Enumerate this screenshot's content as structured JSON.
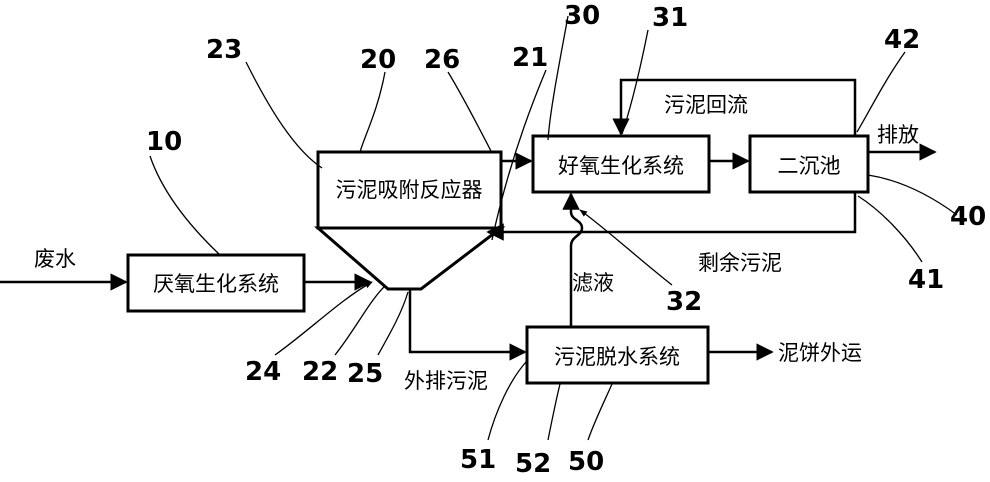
{
  "blocks": {
    "anaerobic": "厌氧生化系统",
    "reactor": "污泥吸附反应器",
    "aerobic": "好氧生化系统",
    "clarifier": "二沉池",
    "dewatering": "污泥脱水系统"
  },
  "flows": {
    "wastewater": "废水",
    "return_sludge": "污泥回流",
    "discharge": "排放",
    "excess_sludge": "剩余污泥",
    "filtrate": "滤液",
    "external_sludge": "外排污泥",
    "cake_out": "泥饼外运"
  },
  "refs": {
    "r10": "10",
    "r20": "20",
    "r21": "21",
    "r22": "22",
    "r23": "23",
    "r24": "24",
    "r25": "25",
    "r26": "26",
    "r30": "30",
    "r31": "31",
    "r32": "32",
    "r40": "40",
    "r41": "41",
    "r42": "42",
    "r50": "50",
    "r51": "51",
    "r52": "52"
  }
}
